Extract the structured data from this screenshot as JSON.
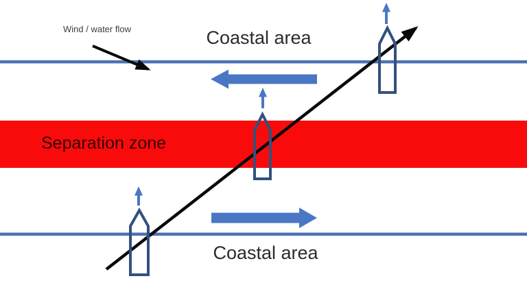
{
  "diagram": {
    "zones": {
      "top_coastal": {
        "label": "Coastal area"
      },
      "separation": {
        "label": "Separation zone"
      },
      "bottom_coastal": {
        "label": "Coastal area"
      }
    },
    "annotations": {
      "wind_flow_label": "Wind / water flow"
    },
    "icons": {
      "ship": "ship-outline-pentagon",
      "ship_heading": "up-arrow",
      "wind_flow": "diagonal-down-right-arrow",
      "crossing_route": "diagonal-up-right-arrow",
      "westbound_traffic": "thick-left-arrow",
      "eastbound_traffic": "thick-right-arrow"
    },
    "colors": {
      "lane_line_blue": "#4a72b4",
      "flow_arrow_blue": "#4a77c4",
      "ship_outline_blue": "#33507e",
      "separation_red": "#f90b0b",
      "coastal_text": "#2b2b2b",
      "wind_text": "#3c3c3c",
      "separation_text": "#330000",
      "arrow_black": "#0a0a0a"
    }
  }
}
